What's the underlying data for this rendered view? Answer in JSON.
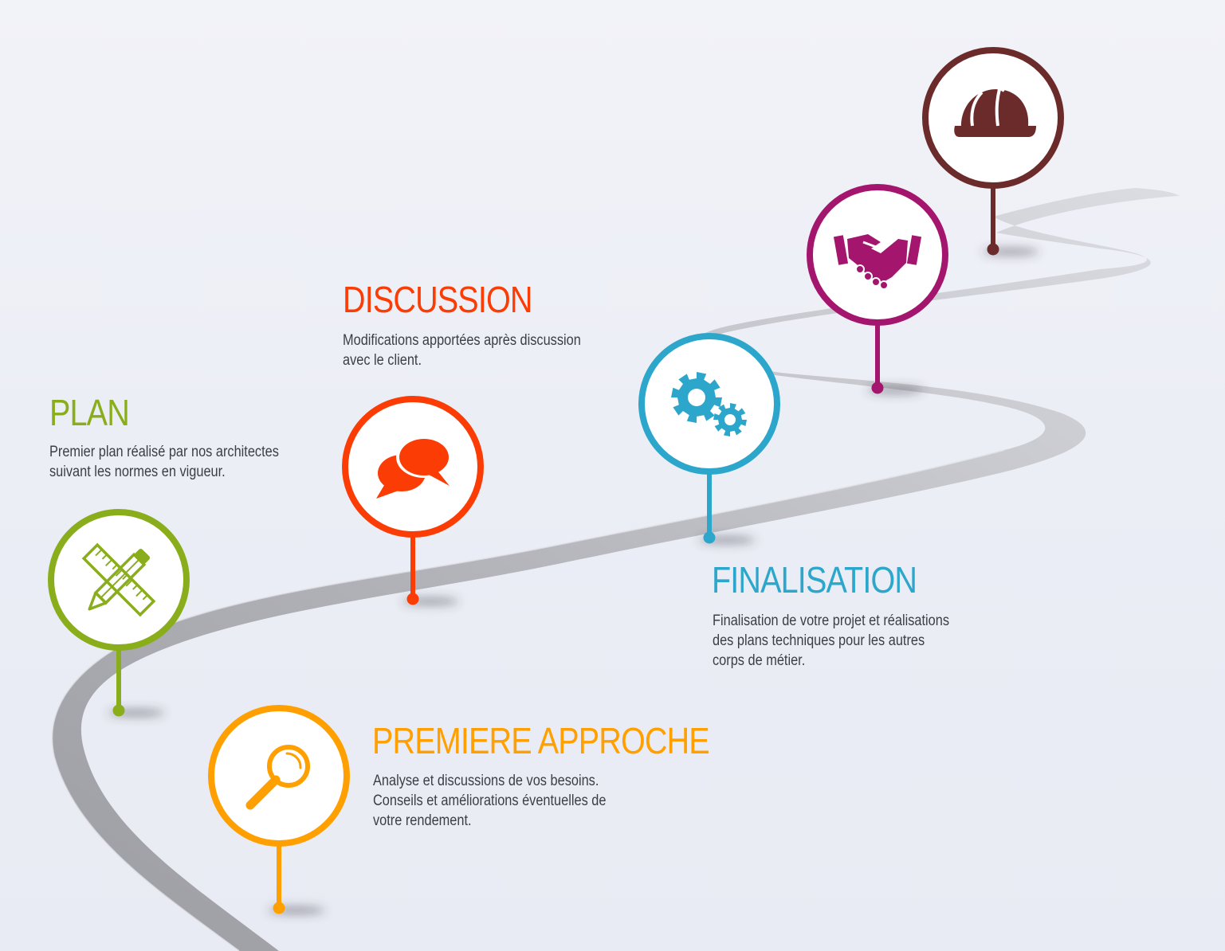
{
  "colors": {
    "background": "#eceef6",
    "road": "#b2b3b9",
    "road_edge": "#d4d5db"
  },
  "steps": [
    {
      "key": "premiere_approche",
      "title": "PREMIERE APPROCHE",
      "description": [
        "Analyse et discussions de vos besoins.",
        "Conseils et améliorations éventuelles de",
        "votre rendement."
      ],
      "color": "#ffa000",
      "icon": "magnifier-icon"
    },
    {
      "key": "plan",
      "title": "PLAN",
      "description": [
        "Premier plan réalisé par nos architectes",
        "suivant les normes en vigueur."
      ],
      "color": "#8aad1c",
      "icon": "ruler-pencil-icon"
    },
    {
      "key": "discussion",
      "title": "DISCUSSION",
      "description": [
        "Modifications apportées après discussion",
        "avec le client."
      ],
      "color": "#fb3d05",
      "icon": "chat-bubbles-icon"
    },
    {
      "key": "finalisation",
      "title": "FINALISATION",
      "description": [
        "Finalisation de votre projet et réalisations",
        "des plans techniques pour les autres",
        "corps de métier."
      ],
      "color": "#2da6cc",
      "icon": "gears-icon"
    },
    {
      "key": "accord",
      "title": "",
      "description": [],
      "color": "#a4156e",
      "icon": "handshake-icon"
    },
    {
      "key": "construction",
      "title": "",
      "description": [],
      "color": "#6b2b2a",
      "icon": "hard-hat-icon"
    }
  ]
}
